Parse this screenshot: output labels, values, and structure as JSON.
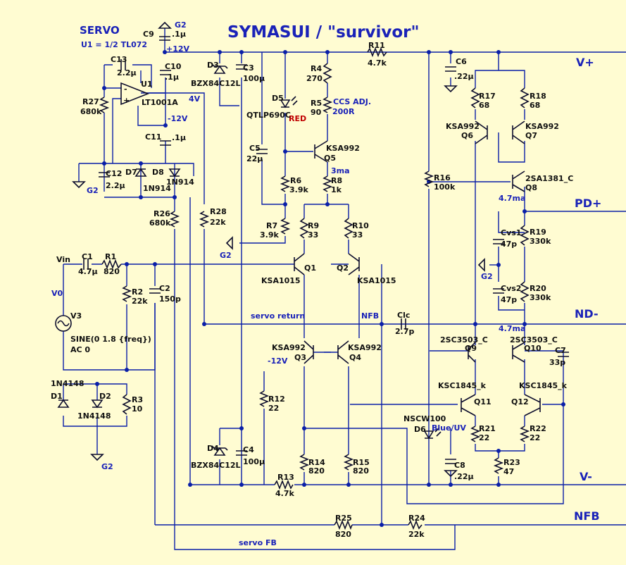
{
  "title": "SYMASUI / \"survivor\"",
  "servo": {
    "heading": "SERVO",
    "note": "U1 = 1/2 TL072",
    "opamp": "U1",
    "opamp_model": "LT1001A",
    "v_plus": "+12V",
    "v_minus": "-12V",
    "v_out": "4V"
  },
  "rails": {
    "vplus": "V+",
    "vminus": "V-",
    "pd_plus": "PD+",
    "nd_minus": "ND-",
    "nfb": "NFB"
  },
  "nets": {
    "servo_return": "servo return",
    "nfb": "NFB",
    "servo_fb": "servo FB",
    "vin": "Vin",
    "v0": "V0",
    "ground": "G2",
    "minus12": "-12V"
  },
  "source": {
    "name": "V3",
    "spec": "SINE(0 1.8 {freq})",
    "ac": "AC 0"
  },
  "notes": {
    "ccs": "CCS ADJ.",
    "ccs_val": "200R",
    "i_3ma": "3ma",
    "i_47a": "4.7ma",
    "i_47b": "4.7ma",
    "red": "RED",
    "blue": "Blue/UV"
  },
  "caps": {
    "C9": [
      ".1µ"
    ],
    "C10": [
      ".1µ"
    ],
    "C11": [
      ".1µ"
    ],
    "C13": [
      "2.2µ"
    ],
    "C12": [
      "2.2µ"
    ],
    "C3": [
      "100µ"
    ],
    "C4": [
      "100µ"
    ],
    "C5": [
      "22µ"
    ],
    "C6": [
      ".22µ"
    ],
    "C8": [
      ".22µ"
    ],
    "C1": [
      "4.7µ"
    ],
    "C2": [
      "150p"
    ],
    "Clc": [
      "2.7p"
    ],
    "C7": [
      "33p"
    ],
    "Cvs1": [
      "47p"
    ],
    "Cvs2": [
      "47p"
    ]
  },
  "res": {
    "R27": "680k",
    "R26": "680k",
    "R28": "22k",
    "R11": "4.7k",
    "R4": "270",
    "R5": "90",
    "R6": "3.9k",
    "R7": "3.9k",
    "R8": "1k",
    "R9": "33",
    "R10": "33",
    "R1": "820",
    "R2": "22k",
    "R3": "10",
    "R12": "22",
    "R13": "4.7k",
    "R14": "820",
    "R15": "820",
    "R16": "100k",
    "R17": "68",
    "R18": "68",
    "R19": "330k",
    "R20": "330k",
    "R21": "22",
    "R22": "22",
    "R23": "47",
    "R24": "22k",
    "R25": "820"
  },
  "trans": {
    "Q1": "KSA1015",
    "Q2": "KSA1015",
    "Q3": "KSA992",
    "Q4": "KSA992",
    "Q5": "KSA992",
    "Q6": "KSA992",
    "Q7": "KSA992",
    "Q8": "2SA1381_C",
    "Q9": "2SC3503_C",
    "Q10": "2SC3503_C",
    "Q11": "KSC1845_k",
    "Q12": "KSC1845_k"
  },
  "diodes": {
    "D3": "BZX84C12L",
    "D4": "BZX84C12L",
    "D5": "QTLP690C",
    "D6": "NSCW100",
    "D7": "1N914",
    "D8": "1N914",
    "D1": "1N4148",
    "D2": "1N4148"
  }
}
